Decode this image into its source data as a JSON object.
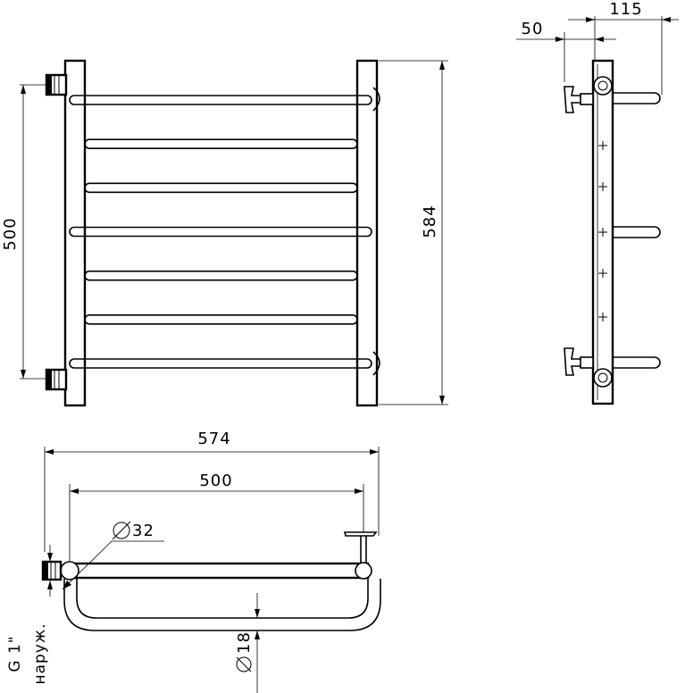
{
  "dimensions": {
    "front_height_500": "500",
    "front_height_584": "584",
    "side_offset_50": "50",
    "side_depth_115": "115",
    "bottom_width_574": "574",
    "bottom_width_500": "500",
    "pipe_diameter": "32",
    "rail_diameter": "18"
  },
  "labels": {
    "thread": "G 1\"",
    "thread_type": "наруж."
  },
  "views": {
    "front": {
      "rung_count": 7
    },
    "side": {
      "mark_count": 5
    },
    "bottom": {}
  }
}
